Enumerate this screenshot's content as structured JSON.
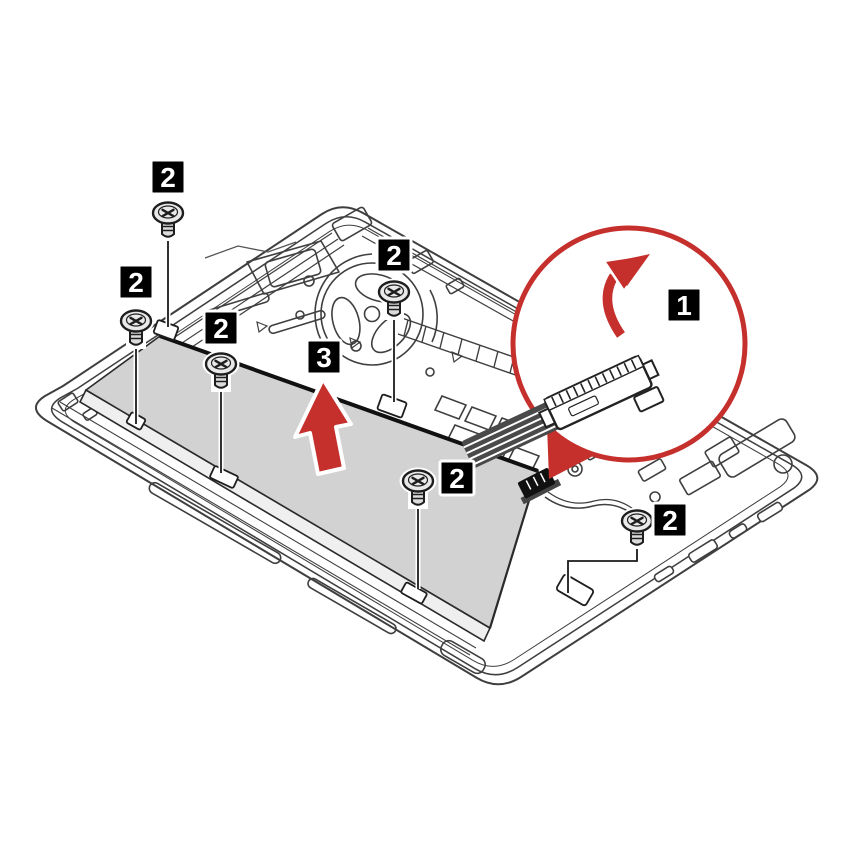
{
  "illustration": {
    "type": "hardware-service-diagram",
    "subject": "laptop-battery-removal",
    "background_color": "#ffffff",
    "accent_red": "#c5302c",
    "battery_fill_color": "#d2d2d2",
    "battery_edge_color": "#1a1a1a",
    "chassis_line_color": "#3f3f3f",
    "badge_background": "#000000",
    "badge_text_color": "#ffffff",
    "screw_fill_color": "#e9e9e9",
    "callouts": {
      "disconnect_cable_step": "1",
      "remove_screw_step": "2",
      "lift_battery_step": "3"
    },
    "screw_callout_count": 6
  }
}
